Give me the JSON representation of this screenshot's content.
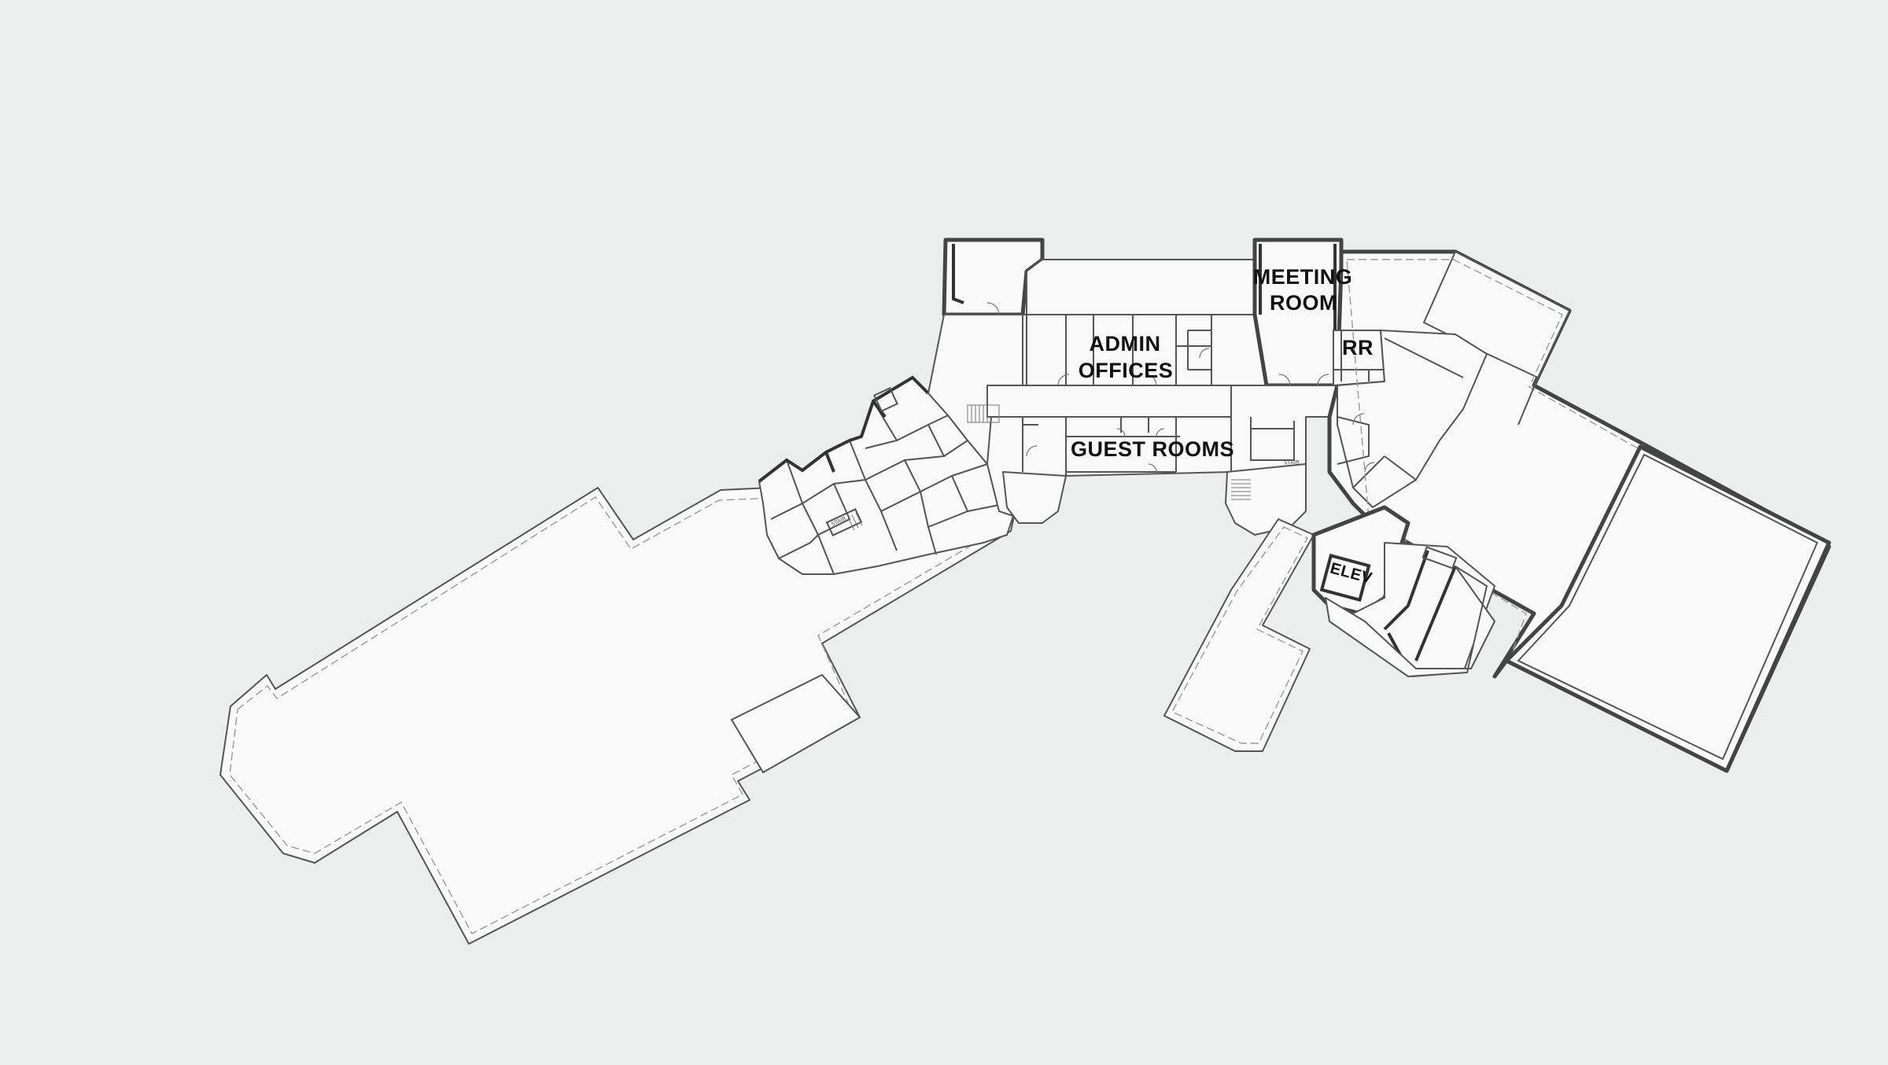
{
  "map": {
    "type": "floor-plan",
    "colors": {
      "background": "#eceded",
      "floor_fill": "#f9f9f9",
      "wall_stroke": "#555555",
      "label": "#111111"
    },
    "labels": {
      "meeting_room": [
        "MEETING",
        "ROOM"
      ],
      "admin_offices": [
        "ADMIN",
        "OFFICES"
      ],
      "rr": "RR",
      "guest_rooms": "GUEST ROOMS",
      "elev": "ELEV"
    }
  }
}
